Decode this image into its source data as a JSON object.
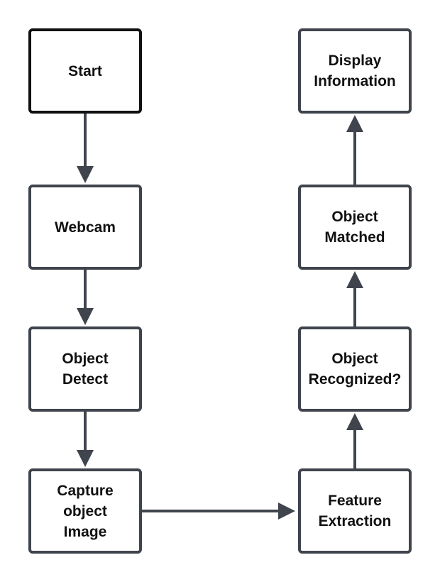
{
  "diagram": {
    "nodes": [
      {
        "id": "start",
        "label": "Start"
      },
      {
        "id": "webcam",
        "label": "Webcam"
      },
      {
        "id": "object-detect",
        "label": "Object\nDetect"
      },
      {
        "id": "capture-object-image",
        "label": "Capture\nobject\nImage"
      },
      {
        "id": "feature-extraction",
        "label": "Feature\nExtraction"
      },
      {
        "id": "object-recognized",
        "label": "Object\nRecognized?"
      },
      {
        "id": "object-matched",
        "label": "Object\nMatched"
      },
      {
        "id": "display-information",
        "label": "Display\nInformation"
      }
    ],
    "edges": [
      {
        "from": "start",
        "to": "webcam"
      },
      {
        "from": "webcam",
        "to": "object-detect"
      },
      {
        "from": "object-detect",
        "to": "capture-object-image"
      },
      {
        "from": "capture-object-image",
        "to": "feature-extraction"
      },
      {
        "from": "feature-extraction",
        "to": "object-recognized"
      },
      {
        "from": "object-recognized",
        "to": "object-matched"
      },
      {
        "from": "object-matched",
        "to": "display-information"
      }
    ],
    "colors": {
      "line": "#3f444d",
      "start_border": "#111111",
      "text": "#111111"
    }
  }
}
